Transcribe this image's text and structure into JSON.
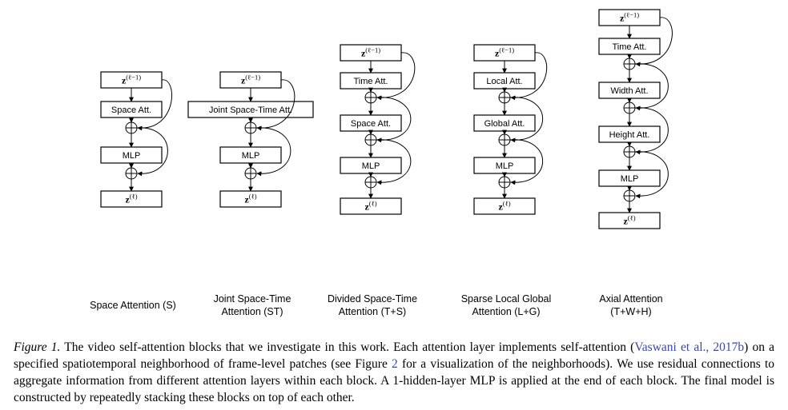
{
  "input_symbol": {
    "base": "z",
    "superscript": "(ℓ−1)"
  },
  "output_symbol": {
    "base": "z",
    "superscript": "(ℓ)"
  },
  "columns": [
    {
      "id": "space",
      "layers": [
        "Space Att.",
        "MLP"
      ],
      "title": [
        "Space Attention (S)"
      ]
    },
    {
      "id": "joint",
      "layers": [
        "Joint Space-Time Att.",
        "MLP"
      ],
      "title": [
        "Joint Space-Time",
        "Attention (ST)"
      ]
    },
    {
      "id": "divided",
      "layers": [
        "Time Att.",
        "Space Att.",
        "MLP"
      ],
      "title": [
        "Divided Space-Time",
        "Attention (T+S)"
      ]
    },
    {
      "id": "sparse",
      "layers": [
        "Local Att.",
        "Global Att.",
        "MLP"
      ],
      "title": [
        "Sparse Local Global",
        "Attention (L+G)"
      ]
    },
    {
      "id": "axial",
      "layers": [
        "Time Att.",
        "Width Att.",
        "Height Att.",
        "MLP"
      ],
      "title": [
        "Axial Attention",
        "(T+W+H)"
      ]
    }
  ],
  "caption": {
    "label": "Figure 1.",
    "text_1": " The video self-attention blocks that we investigate in this work. Each attention layer implements self-attention (",
    "citation": "Vaswani et al., 2017b",
    "text_2": ") on a specified spatiotemporal neighborhood of frame-level patches (see Figure ",
    "figure_ref": "2",
    "text_3": " for a visualization of the neighborhoods). We use residual connections to aggregate information from different attention layers within each block. A 1-hidden-layer MLP is applied at the end of each block. The final model is constructed by repeatedly stacking these blocks on top of each other."
  }
}
